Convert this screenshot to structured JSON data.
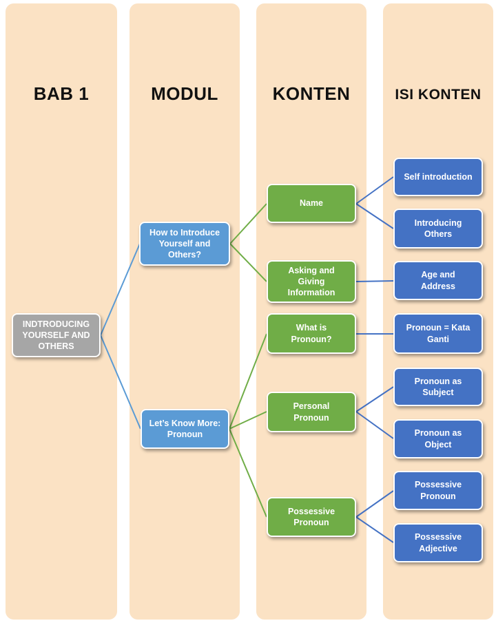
{
  "diagram": {
    "columns": [
      {
        "id": "bab1",
        "header": "BAB 1"
      },
      {
        "id": "modul",
        "header": "MODUL"
      },
      {
        "id": "konten",
        "header": "KONTEN"
      },
      {
        "id": "isi-konten",
        "header": "ISI KONTEN"
      }
    ],
    "nodes": {
      "root": {
        "label": "INDTRODUCING YOURSELF AND OTHERS",
        "column": "bab1"
      },
      "modul_1": {
        "label": "How to Introduce Yourself and Others?",
        "column": "modul"
      },
      "modul_2": {
        "label": "Let’s Know More: Pronoun",
        "column": "modul"
      },
      "konten_1": {
        "label": "Name",
        "column": "konten"
      },
      "konten_2": {
        "label": "Asking and Giving Information",
        "column": "konten"
      },
      "konten_3": {
        "label": "What is Pronoun?",
        "column": "konten"
      },
      "konten_4": {
        "label": "Personal Pronoun",
        "column": "konten"
      },
      "konten_5": {
        "label": "Possessive Pronoun",
        "column": "konten"
      },
      "isi_1": {
        "label": "Self introduction",
        "column": "isi-konten"
      },
      "isi_2": {
        "label": "Introducing Others",
        "column": "isi-konten"
      },
      "isi_3": {
        "label": "Age and Address",
        "column": "isi-konten"
      },
      "isi_4": {
        "label": "Pronoun = Kata Ganti",
        "column": "isi-konten"
      },
      "isi_5": {
        "label": "Pronoun as Subject",
        "column": "isi-konten"
      },
      "isi_6": {
        "label": "Pronoun as Object",
        "column": "isi-konten"
      },
      "isi_7": {
        "label": "Possessive Pronoun",
        "column": "isi-konten"
      },
      "isi_8": {
        "label": "Possessive Adjective",
        "column": "isi-konten"
      }
    },
    "edges": [
      {
        "from": "root",
        "to": "modul_1"
      },
      {
        "from": "root",
        "to": "modul_2"
      },
      {
        "from": "modul_1",
        "to": "konten_1"
      },
      {
        "from": "modul_1",
        "to": "konten_2"
      },
      {
        "from": "modul_2",
        "to": "konten_3"
      },
      {
        "from": "modul_2",
        "to": "konten_4"
      },
      {
        "from": "modul_2",
        "to": "konten_5"
      },
      {
        "from": "konten_1",
        "to": "isi_1"
      },
      {
        "from": "konten_1",
        "to": "isi_2"
      },
      {
        "from": "konten_2",
        "to": "isi_3"
      },
      {
        "from": "konten_3",
        "to": "isi_4"
      },
      {
        "from": "konten_4",
        "to": "isi_5"
      },
      {
        "from": "konten_4",
        "to": "isi_6"
      },
      {
        "from": "konten_5",
        "to": "isi_7"
      },
      {
        "from": "konten_5",
        "to": "isi_8"
      }
    ],
    "colors": {
      "panel": "#FBE2C4",
      "root_fill": "#A6A6A6",
      "modul_fill": "#5B9BD5",
      "konten_fill": "#70AD47",
      "isi_fill": "#4472C4",
      "edge_blue": "#5B9BD5",
      "edge_green": "#70AD47",
      "edge_dark_blue": "#4472C4"
    }
  }
}
